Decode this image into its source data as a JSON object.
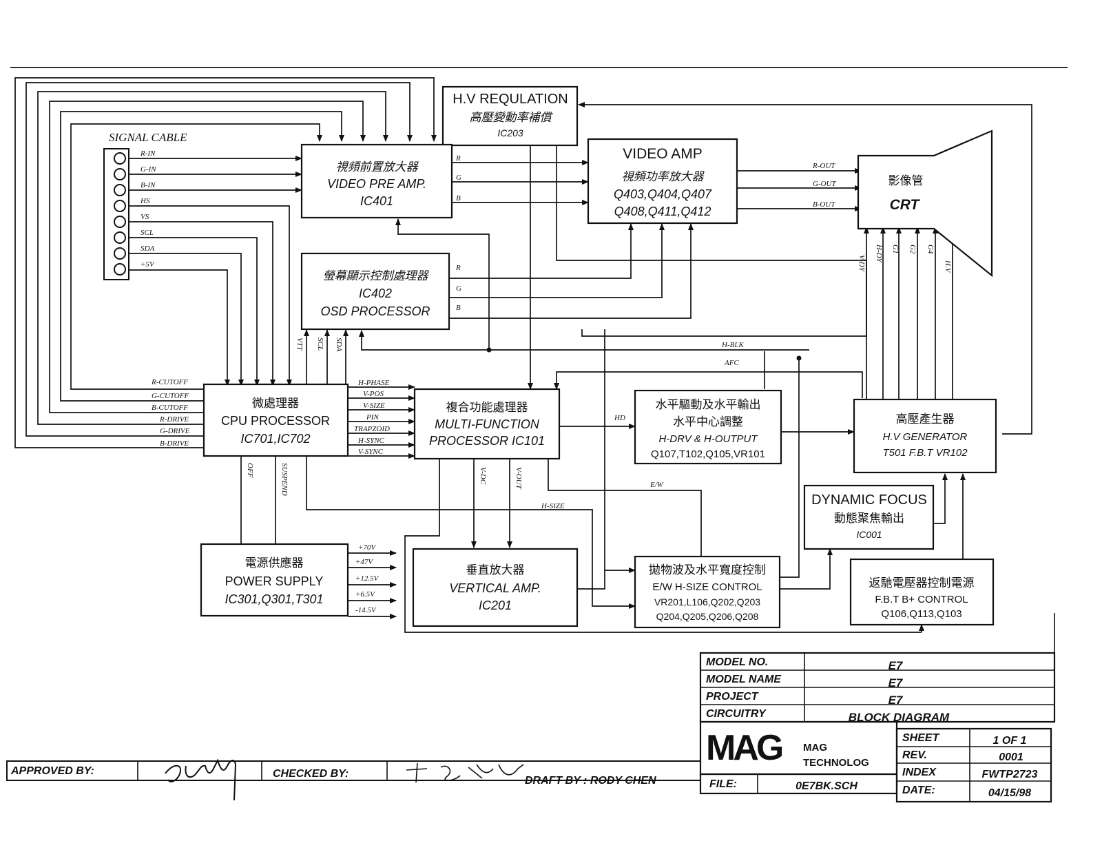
{
  "signal_cable": {
    "title": "SIGNAL CABLE",
    "pins": [
      "R-IN",
      "G-IN",
      "B-IN",
      "HS",
      "VS",
      "SCL",
      "SDA",
      "+5V"
    ]
  },
  "blocks": {
    "hv_regulation": [
      "H.V REQULATION",
      "高壓變動率補償",
      "IC203"
    ],
    "video_pre_amp": [
      "視頻前置放大器",
      "VIDEO PRE AMP.",
      "IC401"
    ],
    "video_amp": [
      "VIDEO AMP",
      "視頻功率放大器",
      "Q403,Q404,Q407",
      "Q408,Q411,Q412"
    ],
    "crt": [
      "影像管",
      "CRT"
    ],
    "osd_processor": [
      "螢幕顯示控制處理器",
      "IC402",
      "OSD PROCESSOR"
    ],
    "cpu_processor": [
      "微處理器",
      "CPU PROCESSOR",
      "IC701,IC702"
    ],
    "multi_function": [
      "複合功能處理器",
      "MULTI-FUNCTION",
      "PROCESSOR IC101"
    ],
    "h_drive": [
      "水平驅動及水平輸出",
      "水平中心調整",
      "H-DRV & H-OUTPUT",
      "Q107,T102,Q105,VR101"
    ],
    "hv_generator": [
      "高壓產生器",
      "H.V GENERATOR",
      "T501 F.B.T VR102"
    ],
    "dynamic_focus": [
      "DYNAMIC FOCUS",
      "動態聚焦輸出",
      "IC001"
    ],
    "power_supply": [
      "電源供應器",
      "POWER SUPPLY",
      "IC301,Q301,T301"
    ],
    "vertical_amp": [
      "垂直放大器",
      "VERTICAL AMP.",
      "IC201"
    ],
    "ew_control": [
      "拋物波及水平寬度控制",
      "E/W H-SIZE CONTROL",
      "VR201,L106,Q202,Q203",
      "Q204,Q205,Q206,Q208"
    ],
    "fbt_control": [
      "返馳電壓器控制電源",
      "F.B.T B+ CONTROL",
      "Q106,Q113,Q103"
    ]
  },
  "signals": {
    "pre_rgb": [
      "R",
      "G",
      "B"
    ],
    "osd_rgb": [
      "R",
      "G",
      "B"
    ],
    "crt_out": [
      "R-OUT",
      "G-OUT",
      "B-OUT"
    ],
    "crt_in": [
      "V-DY",
      "H-DY",
      "G1",
      "G2",
      "G4",
      "H.V"
    ],
    "cpu_left": [
      "R-CUTOFF",
      "G-CUTOFF",
      "B-CUTOFF",
      "R-DRIVE",
      "G-DRIVE",
      "B-DRIVE"
    ],
    "cpu_osd": [
      "VTT",
      "SCL",
      "SDA"
    ],
    "cpu_mfp": [
      "H-PHASE",
      "V-POS",
      "V-SIZE",
      "PIN",
      "TRAPZOID",
      "H-SYNC",
      "V-SYNC"
    ],
    "cpu_power": [
      "OFF",
      "SUSPEND"
    ],
    "power_out": [
      "+70V",
      "+47V",
      "+12.5V",
      "+6.5V",
      "-14.5V"
    ],
    "misc": {
      "h_blk": "H-BLK",
      "afc": "AFC",
      "hd": "HD",
      "ew": "E/W",
      "h_size": "H-SIZE",
      "v_dc": "V-DC",
      "v_out": "V-OUT"
    }
  },
  "title_block": {
    "rows": [
      {
        "label": "MODEL NO.",
        "value": "E7"
      },
      {
        "label": "MODEL NAME",
        "value": "E7"
      },
      {
        "label": "PROJECT",
        "value": "E7"
      },
      {
        "label": "CIRCUITRY",
        "value": "BLOCK  DIAGRAM"
      }
    ],
    "logo": "MAG",
    "company": [
      "MAG",
      "TECHNOLOG"
    ],
    "meta": [
      {
        "label": "SHEET",
        "value": "1 OF 1"
      },
      {
        "label": "REV.",
        "value": "0001"
      },
      {
        "label": "INDEX",
        "value": "FWTP2723"
      },
      {
        "label": "DATE:",
        "value": "04/15/98"
      }
    ],
    "file_label": "FILE:",
    "file_value": "0E7BK.SCH"
  },
  "signoff": {
    "approved_label": "APPROVED  BY:",
    "checked_label": "CHECKED   BY:",
    "draft": "DRAFT BY :  RODY  CHEN"
  },
  "colors": {
    "ink": "#111111",
    "paper": "#ffffff"
  }
}
